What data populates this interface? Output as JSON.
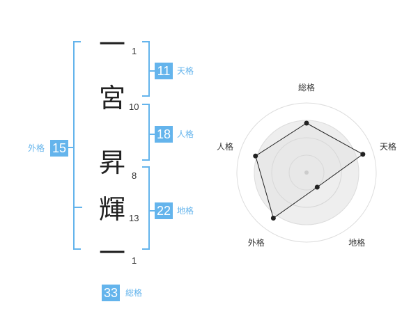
{
  "name": {
    "chars": [
      {
        "char": "一",
        "strokes": "1"
      },
      {
        "char": "宮",
        "strokes": "10"
      },
      {
        "char": "昇",
        "strokes": "8"
      },
      {
        "char": "輝",
        "strokes": "13"
      },
      {
        "char": "一",
        "strokes": "1"
      }
    ]
  },
  "fortune": {
    "tenkaku": {
      "value": "11",
      "label": "天格"
    },
    "jinkaku": {
      "value": "18",
      "label": "人格"
    },
    "chikaku": {
      "value": "22",
      "label": "地格"
    },
    "gaikaku": {
      "value": "15",
      "label": "外格"
    },
    "soukaku": {
      "value": "33",
      "label": "総格"
    }
  },
  "colors": {
    "accent": "#64b4ec",
    "ink": "#222222",
    "ring": "#dddddd",
    "fill": "#eeeeee"
  },
  "chart_data": {
    "type": "radar",
    "axes": [
      "総格",
      "天格",
      "地格",
      "外格",
      "人格"
    ],
    "values": [
      0.71,
      0.85,
      0.26,
      0.81,
      0.77
    ],
    "range": [
      0,
      1
    ],
    "rings": 4
  }
}
